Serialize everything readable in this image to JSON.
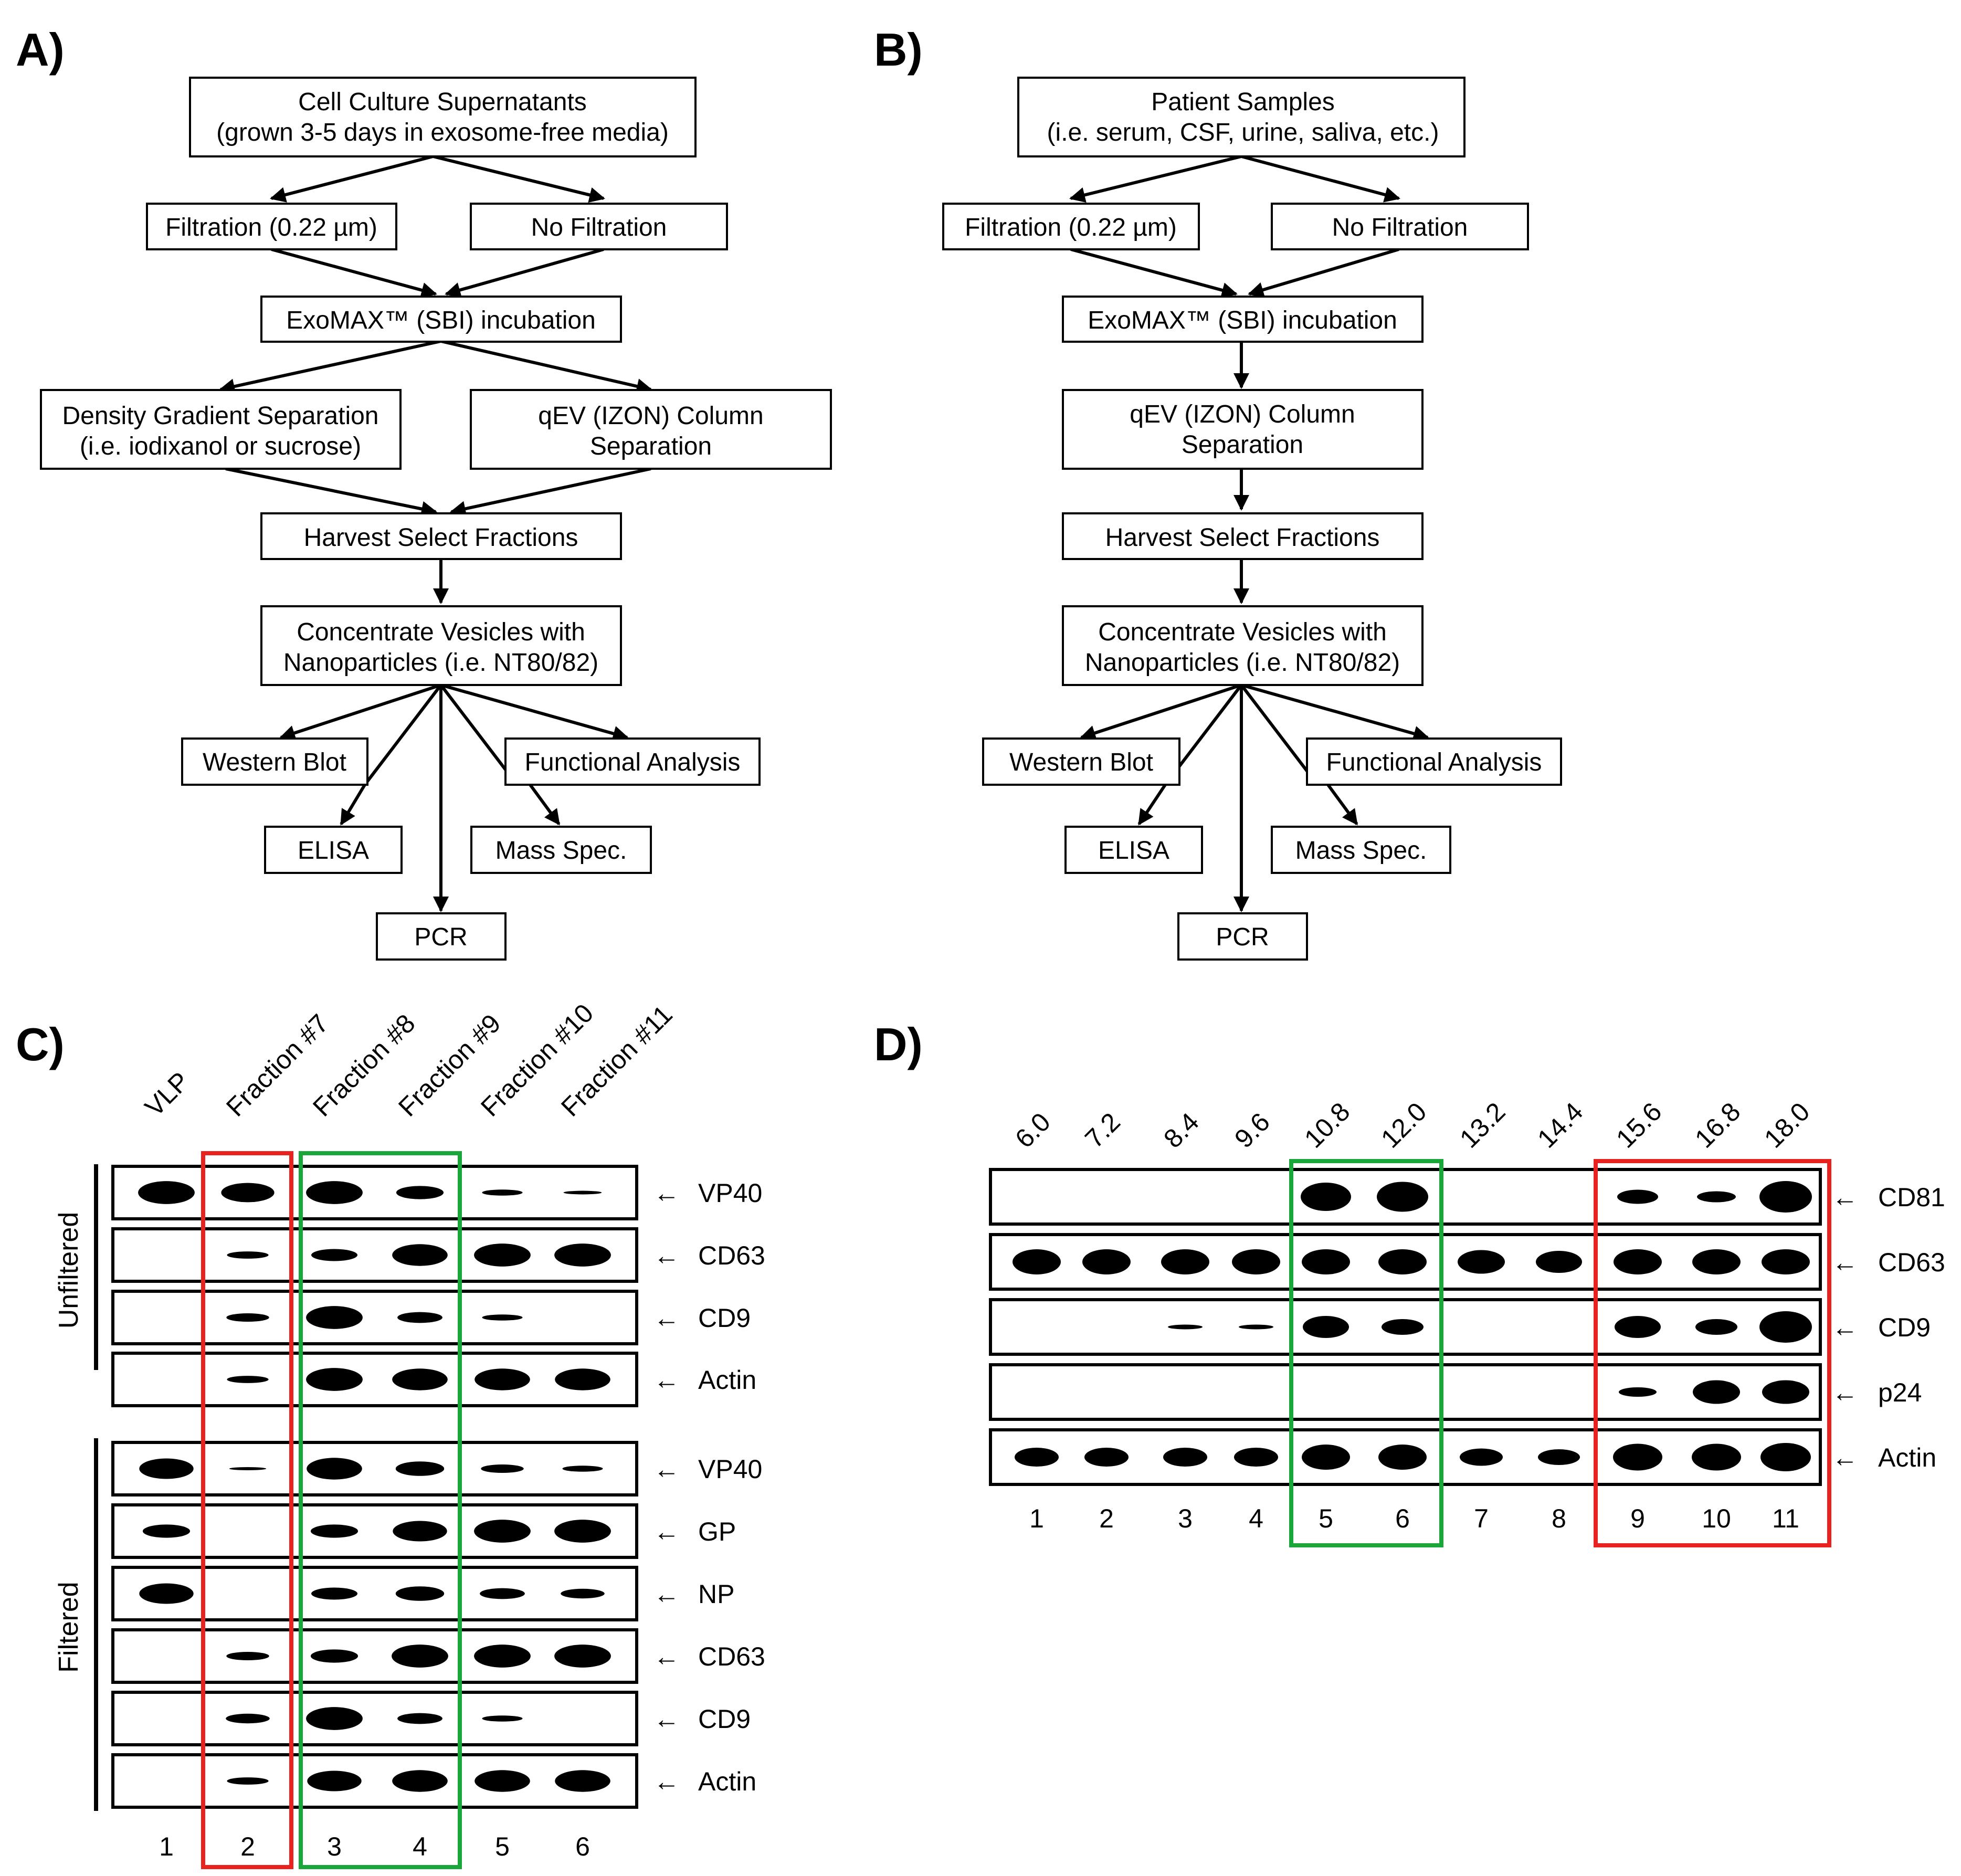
{
  "panels": {
    "a": {
      "label": "A)",
      "supernatants": [
        "Cell Culture Supernatants",
        "(grown 3-5 days in exosome-free media)"
      ],
      "filtration": "Filtration (0.22 µm)",
      "no_filtration": "No Filtration",
      "exomax": "ExoMAX™ (SBI) incubation",
      "density": [
        "Density Gradient Separation",
        "(i.e. iodixanol or sucrose)"
      ],
      "qev": [
        "qEV (IZON) Column",
        "Separation"
      ],
      "harvest": "Harvest Select Fractions",
      "concentrate": [
        "Concentrate Vesicles with",
        "Nanoparticles (i.e. NT80/82)"
      ],
      "western": "Western Blot",
      "functional": "Functional Analysis",
      "elisa": "ELISA",
      "mass": "Mass Spec.",
      "pcr": "PCR"
    },
    "b": {
      "label": "B)",
      "patient": [
        "Patient Samples",
        "(i.e. serum, CSF, urine, saliva, etc.)"
      ],
      "filtration": "Filtration (0.22 µm)",
      "no_filtration": "No Filtration",
      "exomax": "ExoMAX™ (SBI) incubation",
      "qev": [
        "qEV (IZON) Column",
        "Separation"
      ],
      "harvest": "Harvest Select Fractions",
      "concentrate": [
        "Concentrate Vesicles with",
        "Nanoparticles (i.e. NT80/82)"
      ],
      "western": "Western Blot",
      "functional": "Functional Analysis",
      "elisa": "ELISA",
      "mass": "Mass Spec.",
      "pcr": "PCR"
    },
    "c": {
      "label": "C)",
      "column_labels": [
        "VLP",
        "Fraction #7",
        "Fraction #8",
        "Fraction #9",
        "Fraction #10",
        "Fraction #11"
      ],
      "lane_numbers": [
        "1",
        "2",
        "3",
        "4",
        "5",
        "6"
      ],
      "group_unfiltered": "Unfiltered",
      "group_filtered": "Filtered",
      "arrow_glyph": "←",
      "unfiltered_rows": [
        {
          "label": "VP40",
          "bands": [
            0.95,
            0.8,
            0.95,
            0.55,
            0.25,
            0.15
          ]
        },
        {
          "label": "CD63",
          "bands": [
            0,
            0.3,
            0.5,
            0.9,
            0.95,
            0.95
          ]
        },
        {
          "label": "CD9",
          "bands": [
            0,
            0.35,
            0.95,
            0.45,
            0.25,
            0
          ]
        },
        {
          "label": "Actin",
          "bands": [
            0,
            0.3,
            0.95,
            0.9,
            0.9,
            0.9
          ]
        }
      ],
      "filtered_rows": [
        {
          "label": "VP40",
          "bands": [
            0.85,
            0.1,
            0.9,
            0.6,
            0.35,
            0.25
          ]
        },
        {
          "label": "GP",
          "bands": [
            0.55,
            0,
            0.55,
            0.85,
            0.95,
            0.95
          ]
        },
        {
          "label": "NP",
          "bands": [
            0.85,
            0,
            0.5,
            0.6,
            0.45,
            0.4
          ]
        },
        {
          "label": "CD63",
          "bands": [
            0,
            0.35,
            0.55,
            0.95,
            0.95,
            0.95
          ]
        },
        {
          "label": "CD9",
          "bands": [
            0,
            0.4,
            0.95,
            0.45,
            0.25,
            0
          ]
        },
        {
          "label": "Actin",
          "bands": [
            0,
            0.3,
            0.85,
            0.9,
            0.9,
            0.9
          ]
        }
      ],
      "red_box_lanes": [
        2,
        2
      ],
      "green_box_lanes": [
        3,
        4
      ]
    },
    "d": {
      "label": "D)",
      "column_labels": [
        "6.0",
        "7.2",
        "8.4",
        "9.6",
        "10.8",
        "12.0",
        "13.2",
        "14.4",
        "15.6",
        "16.8",
        "18.0"
      ],
      "lane_numbers": [
        "1",
        "2",
        "3",
        "4",
        "5",
        "6",
        "7",
        "8",
        "9",
        "10",
        "11"
      ],
      "arrow_glyph": "←",
      "rows": [
        {
          "label": "CD81",
          "bands": [
            0,
            0,
            0,
            0,
            0.9,
            0.95,
            0,
            0,
            0.45,
            0.35,
            1.0
          ]
        },
        {
          "label": "CD63",
          "bands": [
            0.8,
            0.8,
            0.8,
            0.8,
            0.8,
            0.8,
            0.75,
            0.7,
            0.8,
            0.8,
            0.8
          ]
        },
        {
          "label": "CD9",
          "bands": [
            0,
            0,
            0.15,
            0.15,
            0.7,
            0.5,
            0,
            0,
            0.7,
            0.5,
            1.0
          ]
        },
        {
          "label": "p24",
          "bands": [
            0,
            0,
            0,
            0,
            0,
            0,
            0,
            0,
            0.3,
            0.75,
            0.75
          ]
        },
        {
          "label": "Actin",
          "bands": [
            0.6,
            0.6,
            0.6,
            0.6,
            0.8,
            0.8,
            0.55,
            0.5,
            0.85,
            0.85,
            0.9
          ]
        }
      ],
      "green_box_lanes": [
        5,
        6
      ],
      "red_box_lanes": [
        9,
        11
      ]
    }
  },
  "colors": {
    "red_box": "#e8231f",
    "green_box": "#1aa63a",
    "band": "#000000"
  }
}
